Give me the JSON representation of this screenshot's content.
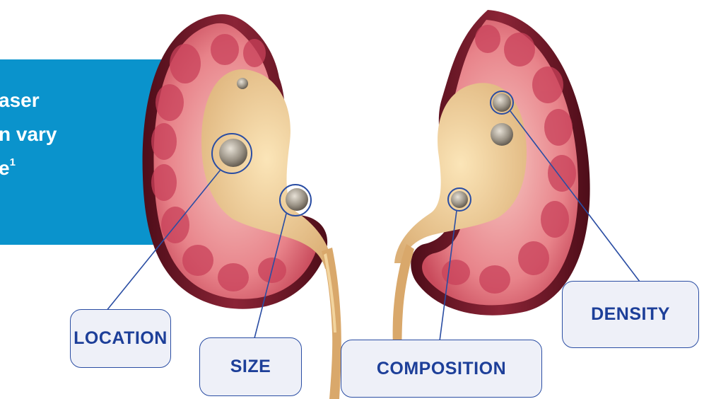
{
  "banner": {
    "lines": [
      "aser",
      "n vary",
      "e"
    ],
    "footnote": "1"
  },
  "labels": {
    "location": "LOCATION",
    "size": "SIZE",
    "composition": "COMPOSITION",
    "density": "DENSITY"
  },
  "colors": {
    "banner": "#0a93cc",
    "label_text": "#1d3f99",
    "label_border": "#2a4da3",
    "label_bg": "#eef0f8",
    "kidney_capsule": "#6d1526",
    "kidney_cortex": "#e8838a",
    "pelvis": "#e9c98f",
    "stone": "#8b8478"
  }
}
